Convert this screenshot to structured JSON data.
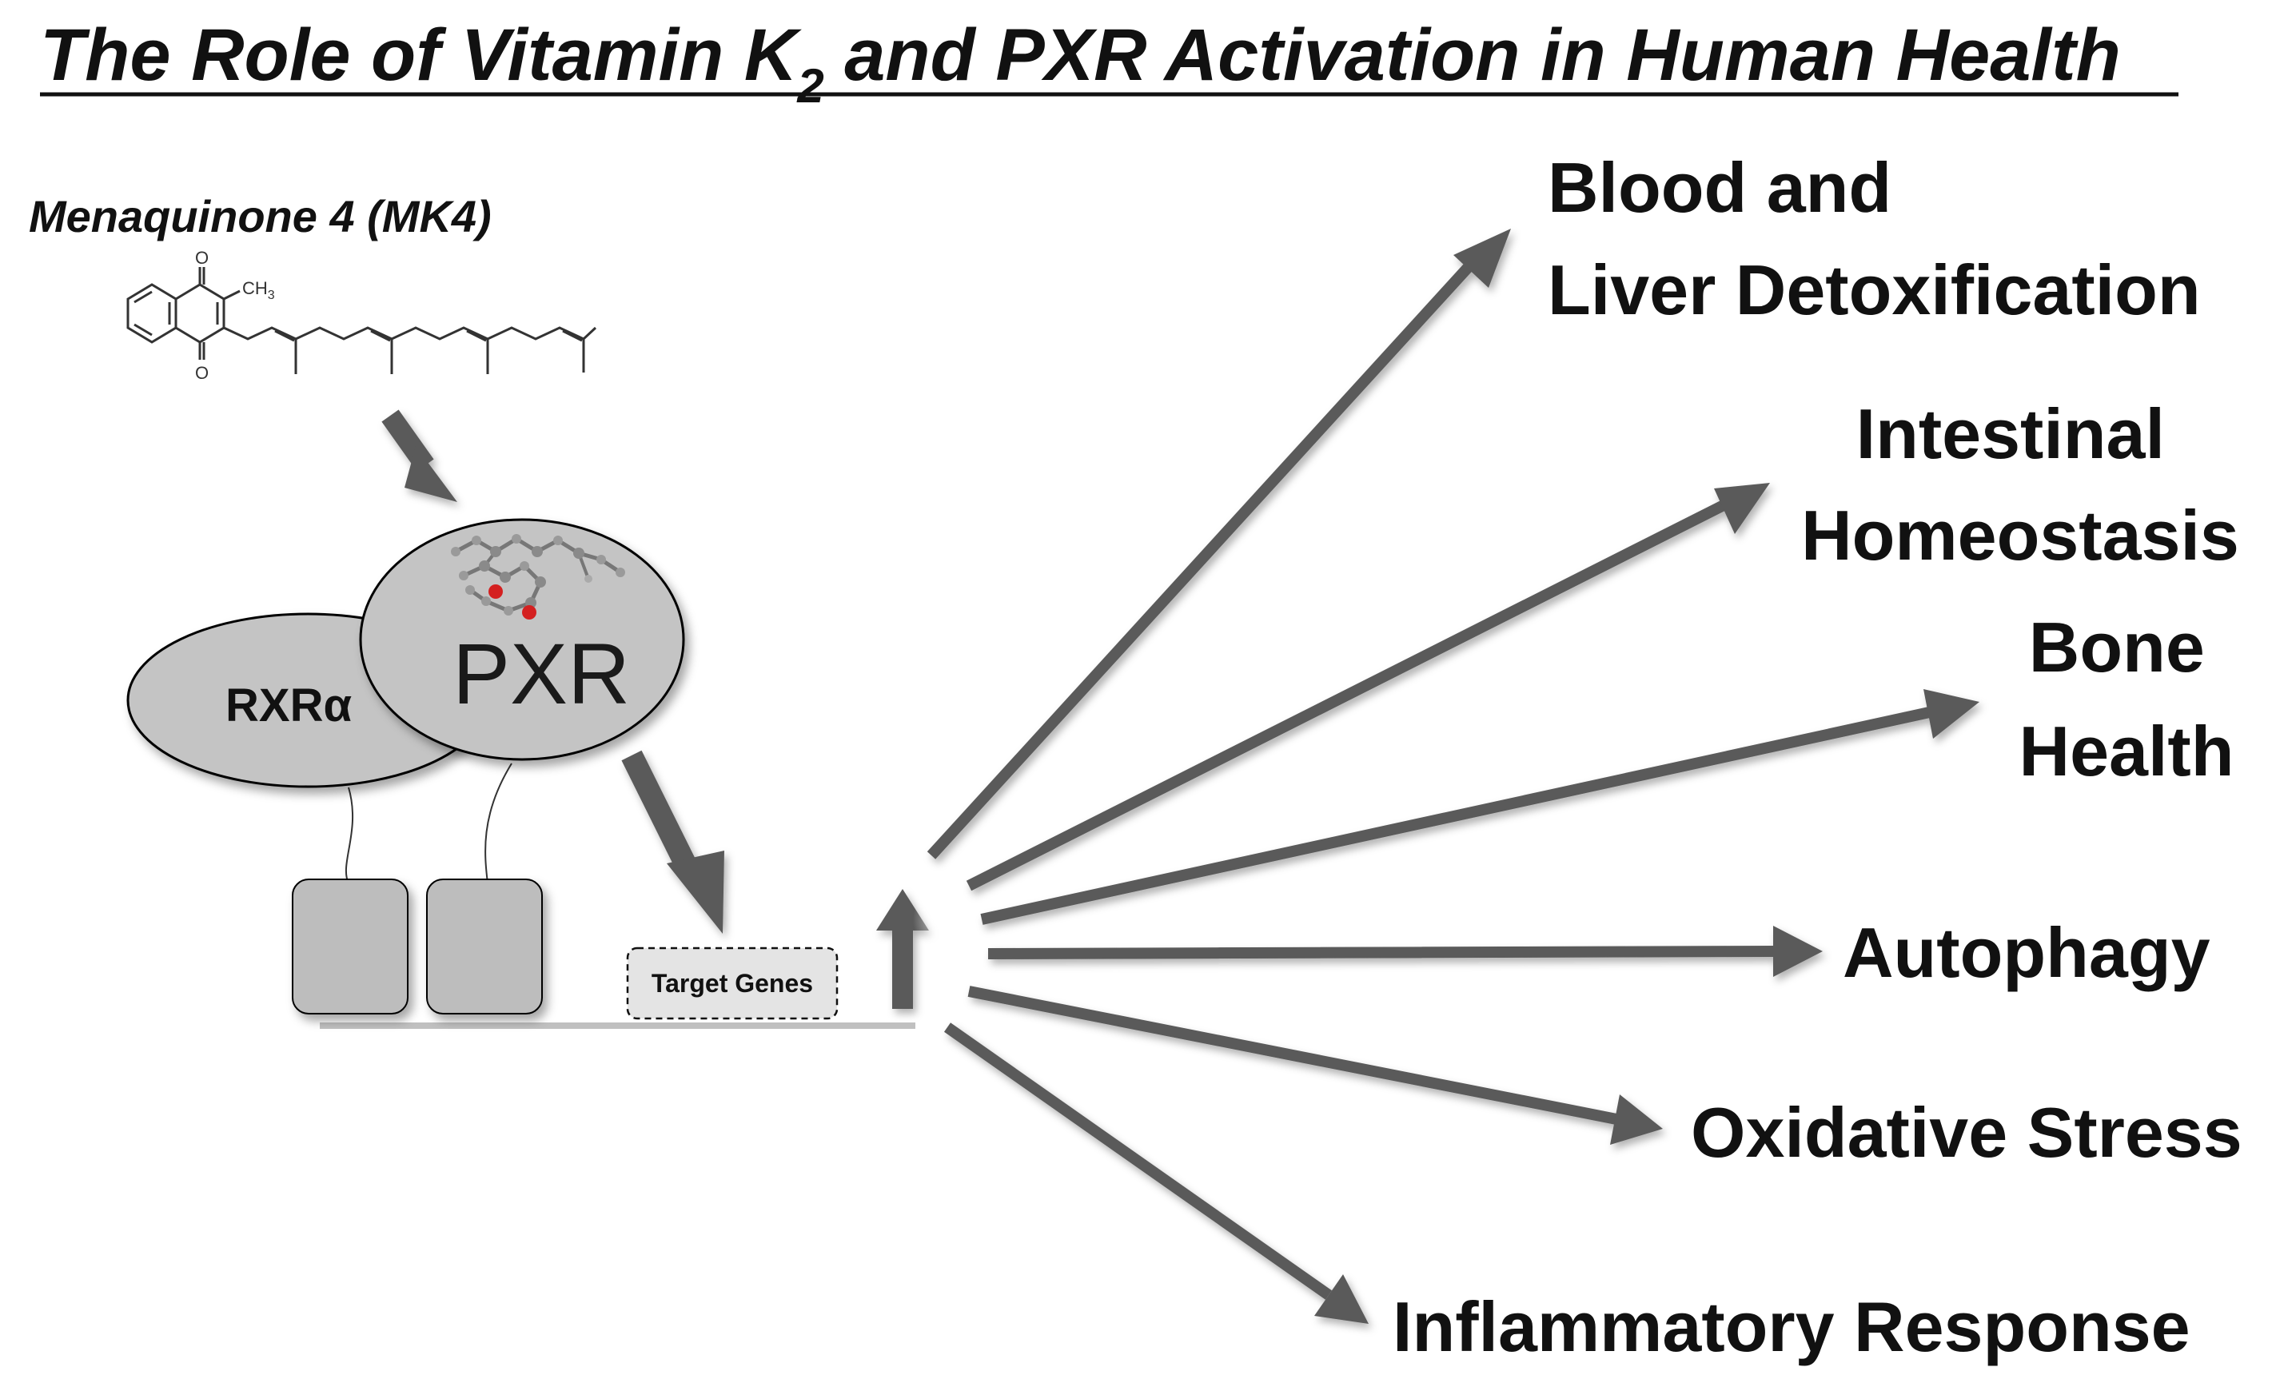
{
  "title": {
    "prefix": "The Role of Vitamin K",
    "subscript": "2",
    "suffix": " and PXR Activation in Human Health"
  },
  "ligand": {
    "name": "Menaquinone 4 (MK4)",
    "methyl_label": "CH",
    "methyl_subscript": "3",
    "oxygen_label": "O"
  },
  "receptors": {
    "rxr_label": "RXRα",
    "pxr_label": "PXR"
  },
  "dna": {
    "target_genes_label": "Target Genes"
  },
  "outcomes": [
    {
      "lines": [
        "Blood and",
        "Liver Detoxification"
      ]
    },
    {
      "lines": [
        "Intestinal",
        "Homeostasis"
      ]
    },
    {
      "lines": [
        "Bone",
        "Health"
      ]
    },
    {
      "lines": [
        "Autophagy"
      ]
    },
    {
      "lines": [
        "Oxidative Stress"
      ]
    },
    {
      "lines": [
        "Inflammatory Response"
      ]
    }
  ],
  "colors": {
    "arrow": "#5a5a5a",
    "receptor_fill": "#c4c4c4",
    "box_fill": "#bdbdbd",
    "target_box_fill": "#e4e4e4",
    "text": "#111111"
  }
}
